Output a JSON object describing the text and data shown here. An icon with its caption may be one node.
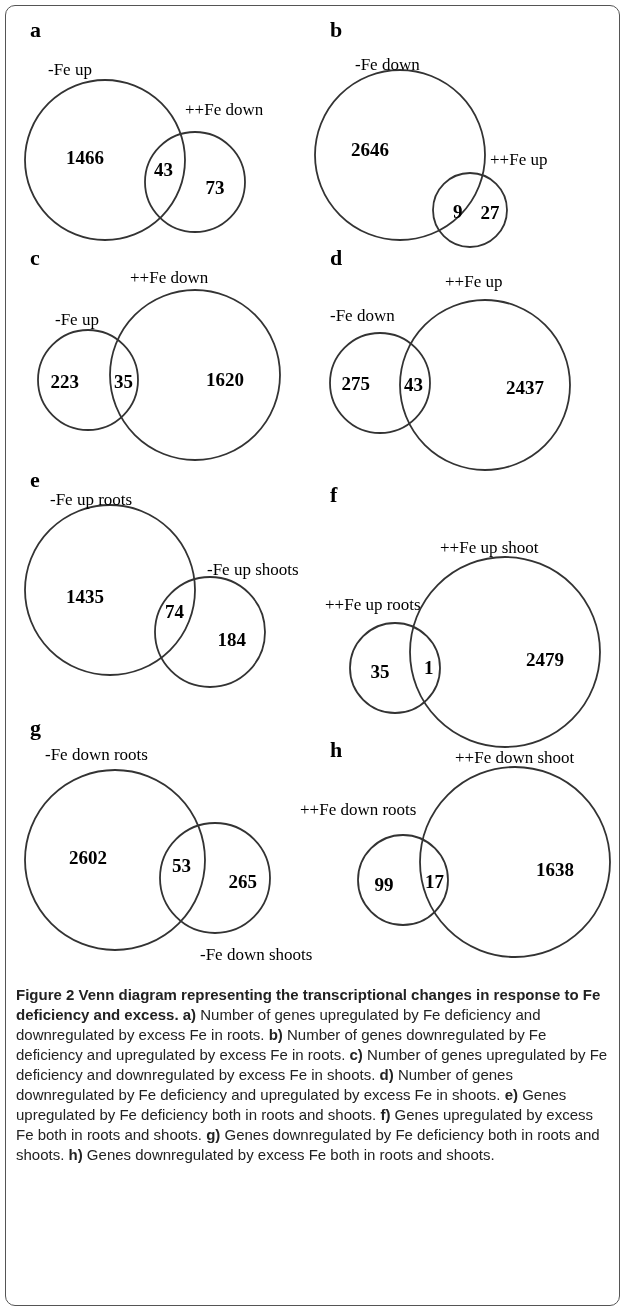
{
  "diagram": {
    "caption": "**Figure 2 Venn diagram representing the transcriptional changes in response to Fe deficiency and excess.** **a)** Number of genes upregulated by Fe deficiency and downregulated by excess Fe in roots. **b)** Number of genes downregulated by Fe deficiency and upregulated by excess Fe in roots. **c)** Number of genes upregulated by Fe deficiency and downregulated by excess Fe in shoots. **d)** Number of genes downregulated by Fe deficiency and upregulated by excess Fe in shoots. **e)** Genes upregulated by Fe deficiency both in roots and shoots. **f)** Genes upregulated by excess Fe both in roots and shoots. **g)** Genes downregulated by Fe deficiency both in roots and shoots. **h)** Genes downregulated by excess Fe both in roots and shoots.",
    "nodes": [
      {
        "text": [
          "-Fe up",
          "1466"
        ]
      },
      {
        "text": [
          "++Fe down",
          "73"
        ]
      },
      {
        "text": [
          "-Fe down",
          "2646"
        ]
      },
      {
        "text": [
          "++Fe up",
          "27"
        ]
      },
      {
        "text": [
          "-Fe up",
          "223"
        ]
      },
      {
        "text": [
          "++Fe down",
          "1620"
        ]
      },
      {
        "text": [
          "-Fe down",
          "275"
        ]
      },
      {
        "text": [
          "++Fe up",
          "2437"
        ]
      },
      {
        "text": [
          "-Fe up roots",
          "1435"
        ]
      },
      {
        "text": [
          "-Fe up shoots",
          "184"
        ]
      },
      {
        "text": [
          "++Fe up roots",
          "35"
        ]
      },
      {
        "text": [
          "++Fe up shoot",
          "2479"
        ]
      },
      {
        "text": [
          "-Fe down roots",
          "2602"
        ]
      },
      {
        "text": [
          "265",
          "-Fe down shoots"
        ]
      },
      {
        "text": [
          "++Fe down roots",
          "99"
        ]
      },
      {
        "text": [
          "++Fe down shoot",
          "1638"
        ]
      }
    ],
    "labels": [
      "a",
      "43",
      "b",
      "9",
      "c",
      "35",
      "d",
      "43",
      "e",
      "74",
      "f",
      "1",
      "g",
      "53",
      "h",
      "17"
    ]
  }
}
